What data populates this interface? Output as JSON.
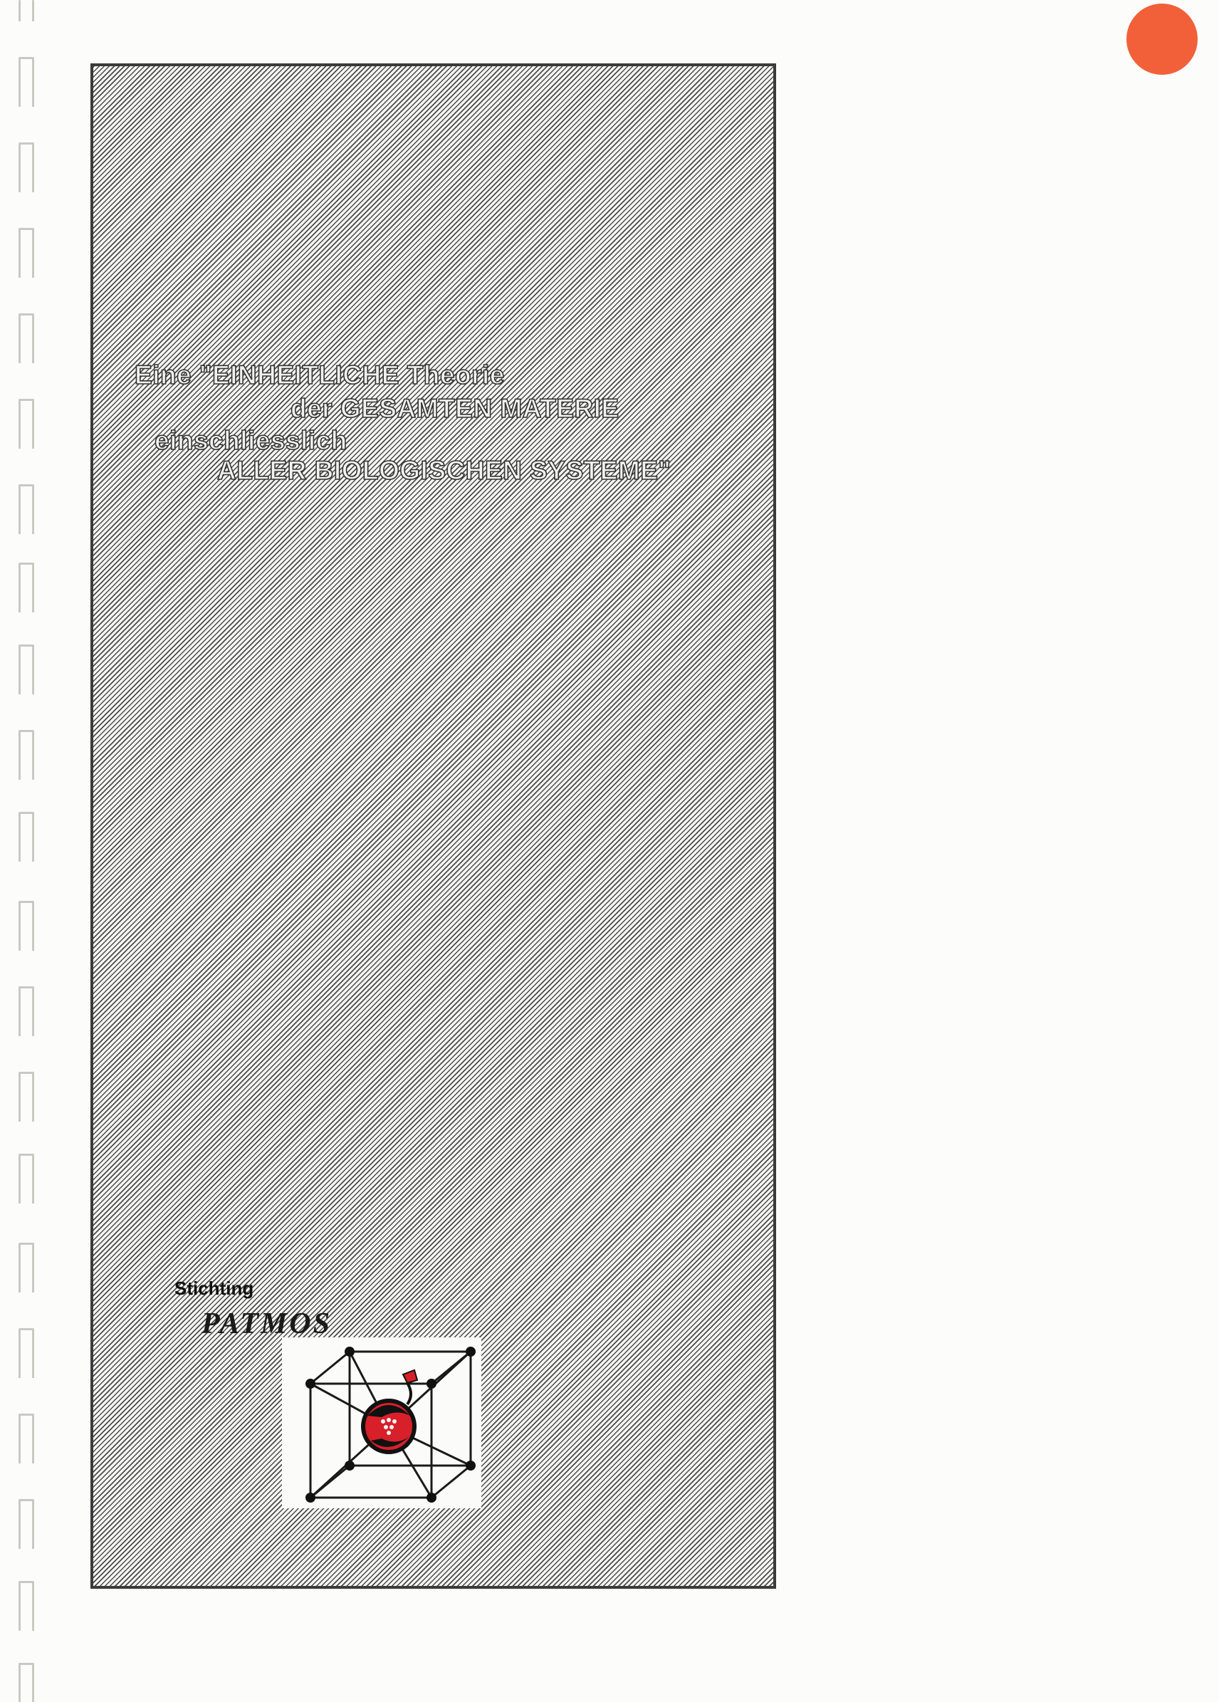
{
  "cover": {
    "title_lines": [
      "Eine \"EINHEITLICHE Theorie",
      "der GESAMTEN MATERIE",
      "einschliesslich",
      "ALLER BIOLOGISCHEN SYSTEME\""
    ],
    "publisher_prefix": "Stichting",
    "publisher_name": "PATMOS"
  },
  "colors": {
    "dot": "#f2603a",
    "logo_red": "#d8202a",
    "hatch": "#4a4a4a",
    "border": "#3b3b3b"
  },
  "icons": {
    "logo": "patmos-cube-logo",
    "binding": "spiral-binding-holes",
    "marker": "orange-dot"
  }
}
